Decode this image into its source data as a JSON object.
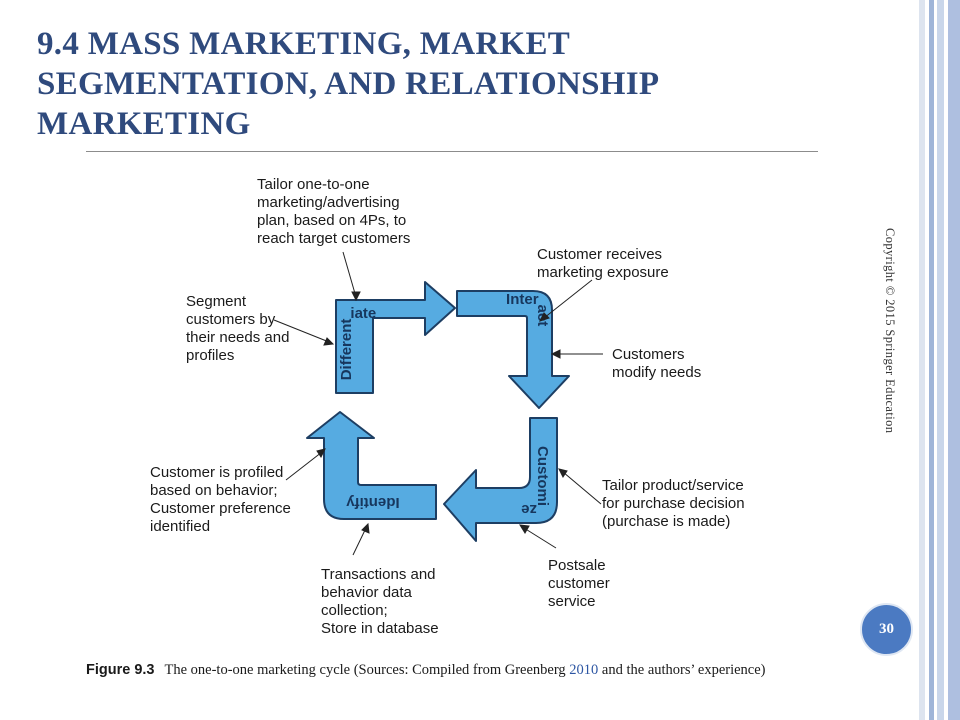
{
  "slide": {
    "title": "9.4 MASS MARKETING, MARKET SEGMENTATION, AND RELATIONSHIP MARKETING",
    "copyright": "Copyright © 2015 Springer Education",
    "page_number": "30"
  },
  "diagram": {
    "stages": {
      "differentiate": "Differentiate",
      "interact": "Interact",
      "customize": "Customize",
      "identify": "Identify"
    },
    "notes": {
      "tailor_plan": "Tailor one-to-one\nmarketing/advertising\nplan, based on 4Ps, to\nreach target customers",
      "segment": "Segment\ncustomers by\ntheir needs and\nprofiles",
      "exposure": "Customer receives\nmarketing exposure",
      "modify": "Customers\nmodify needs",
      "tailor_product": "Tailor product/service\nfor purchase decision\n(purchase is made)",
      "postsale": "Postsale\ncustomer\nservice",
      "transactions": "Transactions and\nbehavior data\ncollection;\nStore in database",
      "profiled": "Customer is profiled\nbased on behavior;\nCustomer preference\nidentified"
    },
    "colors": {
      "arrow_fill": "#56abe1",
      "arrow_stroke": "#1d3e63",
      "stage_text": "#17375e"
    }
  },
  "caption": {
    "figure_label": "Figure 9.3",
    "text_before": "The one-to-one marketing cycle (Sources: Compiled from Greenberg ",
    "year": "2010",
    "text_after": " and the authors’ experience)"
  }
}
